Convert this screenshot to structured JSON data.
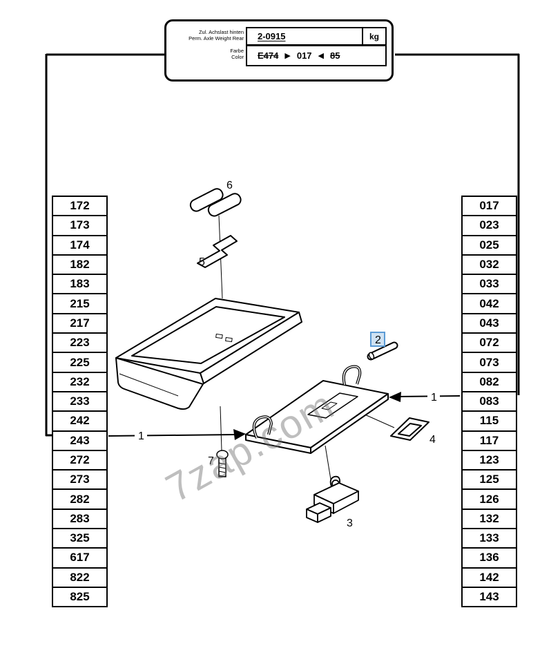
{
  "plate": {
    "weight_label_de": "Zul. Achslast hinten",
    "weight_label_en": "Perm. Axle Weight Rear",
    "weight_value": "2-0915",
    "weight_unit": "kg",
    "color_label_de": "Farbe",
    "color_label_en": "Color",
    "color_old": "E474",
    "color_new": "017",
    "color_prev": "85"
  },
  "icons": {
    "arrow_right": "▶",
    "arrow_left": "◀"
  },
  "left_column": {
    "values": [
      "172",
      "173",
      "174",
      "182",
      "183",
      "215",
      "217",
      "223",
      "225",
      "232",
      "233",
      "242",
      "243",
      "272",
      "273",
      "282",
      "283",
      "325",
      "617",
      "822",
      "825"
    ]
  },
  "right_column": {
    "values": [
      "017",
      "023",
      "025",
      "032",
      "033",
      "042",
      "043",
      "072",
      "073",
      "082",
      "083",
      "115",
      "117",
      "123",
      "125",
      "126",
      "132",
      "133",
      "136",
      "142",
      "143"
    ]
  },
  "diagram": {
    "callout_1_left": "1",
    "callout_1_right": "1",
    "callout_2": "2",
    "callout_3": "3",
    "callout_4": "4",
    "callout_5": "5",
    "callout_6": "6",
    "callout_7": "7",
    "highlight": {
      "border": "#5b9bd5",
      "fill": "#cfe2f3"
    }
  },
  "watermark": "7zap.com"
}
